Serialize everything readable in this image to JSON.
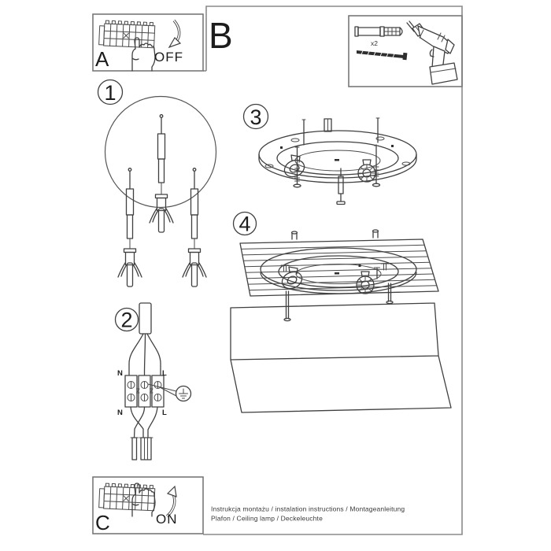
{
  "colors": {
    "line": "#404040",
    "section_border": "#8a8a8a",
    "text": "#1c1c1c",
    "footer_text": "#3a3a3a",
    "background": "#ffffff"
  },
  "sections": {
    "a": {
      "label": "A",
      "action": "OFF"
    },
    "b": {
      "label": "B"
    },
    "c": {
      "label": "C",
      "action": "ON"
    },
    "parts": {
      "dowel_qty": "x2"
    }
  },
  "steps": {
    "s1": "1",
    "s2": "2",
    "s3": "3",
    "s4": "4"
  },
  "wiring": {
    "top_left": "N",
    "top_right": "L",
    "bottom_left": "N",
    "bottom_right": "L"
  },
  "footer": {
    "line1": "Instrukcja montażu / instalation instructions / Montageanleitung",
    "line2": "Plafon / Ceiling lamp / Deckeleuchte"
  }
}
